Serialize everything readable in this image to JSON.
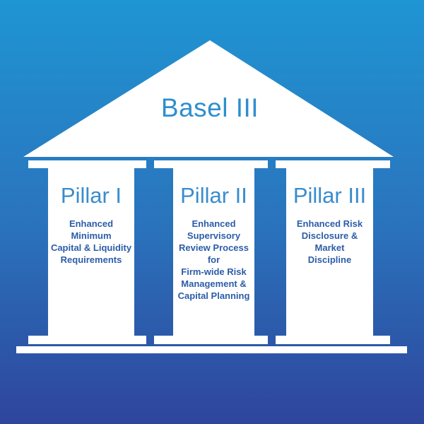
{
  "title": "Basel III",
  "pillars": [
    {
      "title": "Pillar I",
      "description": "Enhanced Minimum\nCapital & Liquidity\nRequirements"
    },
    {
      "title": "Pillar II",
      "description": "Enhanced\nSupervisory\nReview Process for\nFirm-wide Risk\nManagement &\nCapital Planning"
    },
    {
      "title": "Pillar III",
      "description": "Enhanced Risk\nDisclosure & Market\nDiscipline"
    }
  ],
  "colors": {
    "background_top": "#1f95d3",
    "background_bottom": "#2e459c",
    "structure": "#ffffff",
    "title_text": "#2e8ecf",
    "pillar_title_text": "#3a8ccd",
    "description_text": "#2c5da8"
  }
}
